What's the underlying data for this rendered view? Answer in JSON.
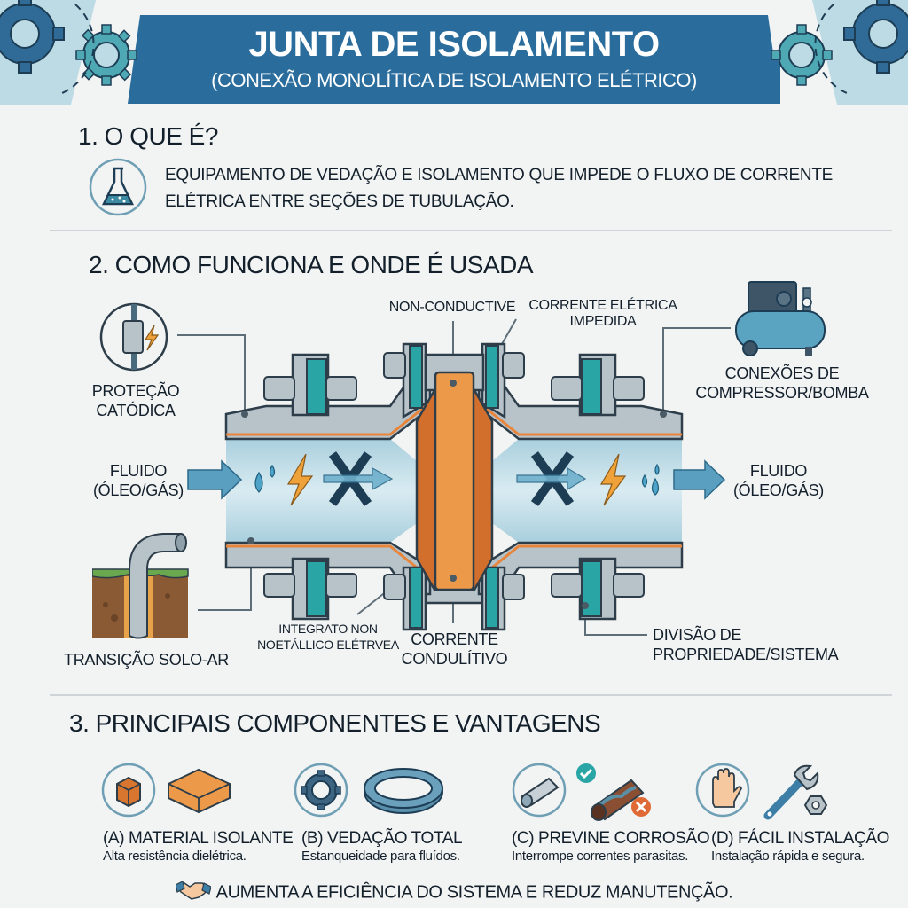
{
  "header": {
    "title": "JUNTA DE ISOLAMENTO",
    "subtitle": "(CONEXÃO MONOLÍTICA DE ISOLAMENTO ELÉTRICO)"
  },
  "section1": {
    "title": "1. O QUE É?",
    "icon": "flask-icon",
    "text_line1": "EQUIPAMENTO DE VEDAÇÃO E ISOLAMENTO QUE IMPEDE O FLUXO DE CORRENTE",
    "text_line2": "ELÉTRICA ENTRE SEÇÕES DE TUBULAÇÃO."
  },
  "section2": {
    "title": "2. COMO FUNCIONA E ONDE É USADA",
    "labels": {
      "cathodic_line1": "PROTEÇÃO",
      "cathodic_line2": "CATÓDICA",
      "fluid_in_line1": "FLUIDO",
      "fluid_in_line2": "(ÓLEO/GÁS)",
      "fluid_out_line1": "FLUIDO",
      "fluid_out_line2": "(ÓLEO/GÁS)",
      "soil_air": "TRANSIÇÃO SOLO-AR",
      "non_conductive": "NON-CONDUCTIVE",
      "current_blocked_line1": "CORRENTE ELÉTRICA",
      "current_blocked_line2": "IMPEDIDA",
      "compressor_line1": "CONEXÕES DE",
      "compressor_line2": "COMPRESSOR/BOMBA",
      "integrated_line1": "INTEGRATO NON",
      "integrated_line2": "NOETÁLLICO ELÉTRVEA",
      "conductive_line1": "CORRENTE",
      "conductive_line2": "CONDULÍTIVO",
      "property_line1": "DIVISÃO DE",
      "property_line2": "PROPRIEDADE/SISTEMA"
    },
    "colors": {
      "steel": "#b7c2c9",
      "teal": "#2aa5a6",
      "orange": "#e8853a",
      "fluid": "#cfe4ec",
      "outline": "#2d3e4a",
      "arrow": "#5a9fc0",
      "x_mark": "#1d3d55",
      "bolt": "#f0a23a"
    }
  },
  "section3": {
    "title": "3. PRINCIPAIS COMPONENTES E VANTAGENS",
    "components": [
      {
        "title": "(A) MATERIAL ISOLANTE",
        "desc": "Alta resistência dielétrica.",
        "icon": "insulating-block-icon"
      },
      {
        "title": "(B) VEDAÇÃO TOTAL",
        "desc": "Estanqueidade para fluídos.",
        "icon": "seal-ring-icon"
      },
      {
        "title": "(C) PREVINE CORROSÃO",
        "desc": "Interrompe correntes parasitas.",
        "icon": "pipe-corrosion-icon"
      },
      {
        "title": "(D) FÁCIL INSTALAÇÃO",
        "desc": "Instalação rápida e segura.",
        "icon": "wrench-hand-icon"
      }
    ]
  },
  "footer": {
    "icon": "handshake-icon",
    "text": "AUMENTA A EFICIÊNCIA DO SISTEMA E REDUZ MANUTENÇÃO."
  },
  "theme": {
    "banner_blue": "#2a6d9c",
    "banner_light": "#bcdbe4",
    "gear_dark": "#2f6b96",
    "gear_teal": "#4fa9b5"
  }
}
